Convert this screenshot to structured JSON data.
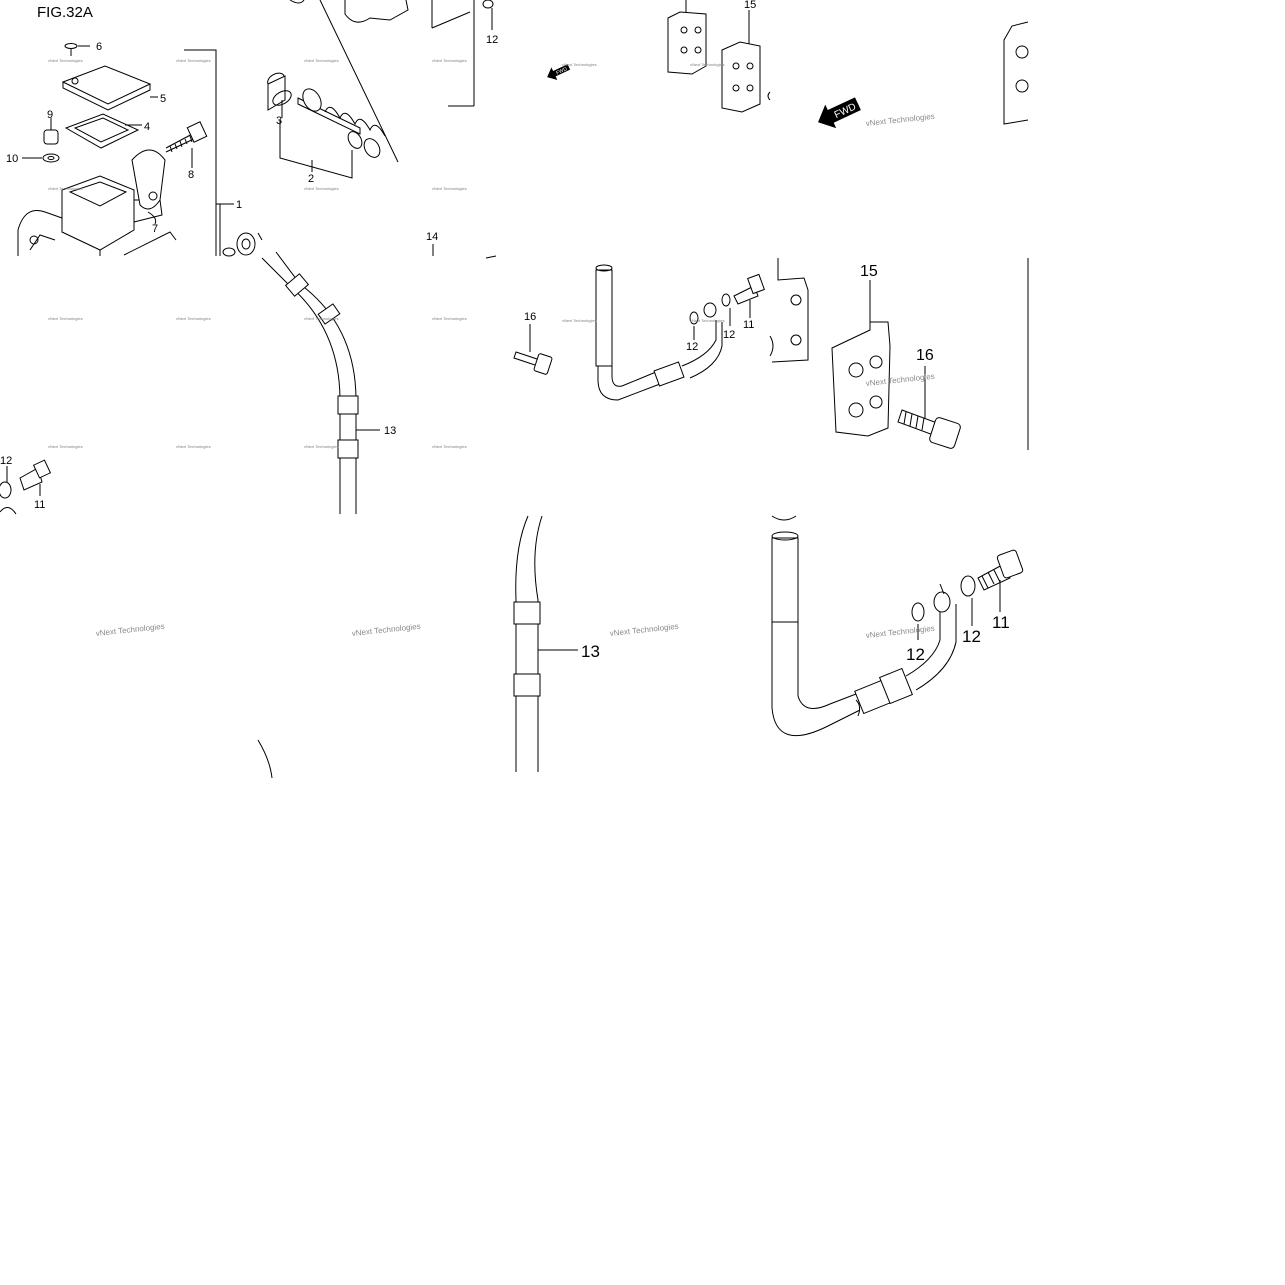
{
  "figure": {
    "title": "FIG.32A",
    "watermark": "vNext Technologies",
    "fwd_label": "FWD"
  },
  "tiles": {
    "top_left": {
      "callouts": [
        "6",
        "5",
        "4",
        "9",
        "10",
        "8",
        "7",
        "1",
        "3",
        "2",
        "14"
      ]
    },
    "top_mid": {
      "callouts": [
        "12"
      ]
    },
    "top_right": {
      "callouts": [
        "15"
      ]
    },
    "middle_left": {
      "callouts": [
        "13",
        "12",
        "11"
      ]
    },
    "middle_right": {
      "callouts": [
        "16",
        "12",
        "12",
        "11",
        "15",
        "16"
      ]
    },
    "bottom_mid": {
      "callouts": [
        "13"
      ]
    },
    "bottom_right": {
      "callouts": [
        "12",
        "12",
        "11"
      ]
    }
  }
}
